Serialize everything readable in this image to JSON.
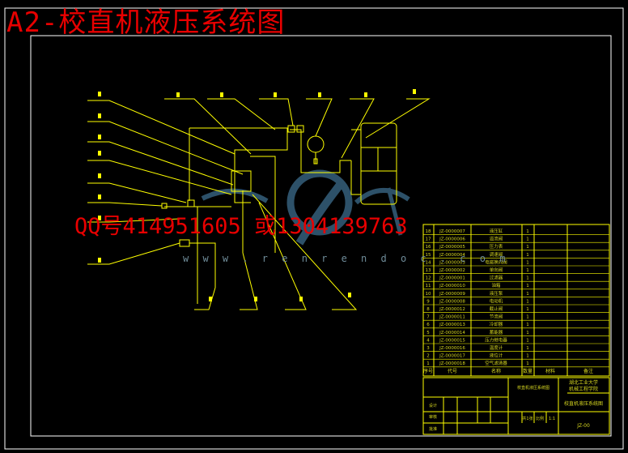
{
  "title": "A2-校直机液压系统图",
  "overlay": {
    "contact": "QQ号414951605 或1304139763",
    "url": "w w w . r e n r e n d o c . c o m"
  },
  "colors": {
    "background": "#000000",
    "line": "#ffff00",
    "frame": "#ffffff",
    "overlay_text": "#e80000",
    "watermark": "#3c6c8c"
  },
  "leader_labels": [
    "1",
    "2",
    "3",
    "4",
    "5",
    "6",
    "7",
    "8",
    "9",
    "10",
    "11",
    "12",
    "13",
    "14",
    "15",
    "16",
    "17",
    "18"
  ],
  "parts_table": {
    "row_codes": [
      "JZ-0000007",
      "JZ-0000006",
      "JZ-0000005",
      "JZ-0000004",
      "JZ-0000003",
      "JZ-0000002",
      "JZ-0000001",
      "JZ-0000010",
      "JZ-0000009",
      "JZ-0000008",
      "JZ-0000012",
      "JZ-0000011",
      "JZ-0000013",
      "JZ-0000014",
      "JZ-0000015",
      "JZ-0000016",
      "JZ-0000017",
      "JZ-0000018"
    ],
    "row_names": [
      "液压缸",
      "溢流阀",
      "压力表",
      "调速阀",
      "电磁换向阀",
      "单向阀",
      "过滤器",
      "油箱",
      "液压泵",
      "电动机",
      "截止阀",
      "节流阀",
      "冷却器",
      "蓄能器",
      "压力继电器",
      "温度计",
      "液位计",
      "空气滤清器"
    ],
    "row_qty": [
      "1",
      "1",
      "1",
      "1",
      "1",
      "1",
      "1",
      "1",
      "1",
      "1",
      "1",
      "1",
      "1",
      "1",
      "1",
      "1",
      "1",
      "1"
    ],
    "header": [
      "序号",
      "代号",
      "名称",
      "数量",
      "材料",
      "备注"
    ]
  },
  "title_block": {
    "drawing_name": "校直机液压系统图",
    "school": "湖北工业大学",
    "dept": "机械工程学院",
    "code": "JZ-00",
    "scale_label": "比例",
    "scale": "1:1",
    "sheet_label": "共1张",
    "designer": "设计",
    "checker": "审核",
    "approver": "批准"
  }
}
